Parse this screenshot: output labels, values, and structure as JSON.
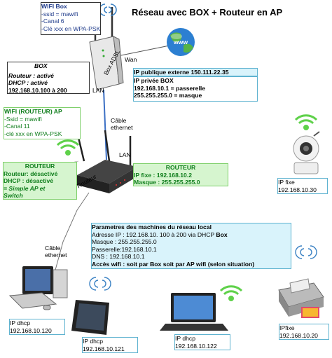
{
  "title": "Réseau avec BOX +  Routeur  en AP",
  "wifi_box": {
    "header": "WIFI Box",
    "lines": [
      "-ssid = mawifi",
      "-Canal 6",
      "-Clé xxx en WPA-PSK"
    ]
  },
  "box_info": {
    "header": "BOX",
    "lines": [
      "Routeur : activé",
      "DHCP : activé",
      "192.168.10.100 à 200"
    ]
  },
  "ip_public": {
    "text": "IP publique externe  150.111.22.35"
  },
  "ip_privee": {
    "header": "IP privée BOX",
    "lines": [
      "192.168.10.1 = passerelle",
      "255.255.255.0     = masque"
    ]
  },
  "wifi_ap": {
    "header": "WIFI (ROUTEUR) AP",
    "lines": [
      "-Ssid = mawifi",
      "-Canal 11",
      "-clé xxx en WPA-PSK"
    ]
  },
  "router_status": {
    "header": "ROUTEUR",
    "lines": [
      "Routeur: désactivé",
      "DHCP : désactivé",
      "= Simple AP et",
      "Switch"
    ]
  },
  "router_ip": {
    "header": "ROUTEUR",
    "lines": [
      "IP fixe : 192.168.10.2",
      "Masque : 255.255.255.0"
    ]
  },
  "params": {
    "header": "Parametres des machines du  réseau local",
    "line1": "Adresse IP : 192.168.10. 100 à 200 via DHCP ",
    "line1_bold": "Box",
    "lines": [
      "Masque : 255.255.255.0",
      "Passerelle:192.168.10.1",
      "DNS : 192.168.10.1"
    ],
    "last": "Accès wifi : soit par Box soit par AP wifi (selon situation)"
  },
  "labels": {
    "wan": "Wan",
    "box_adsl": "Box ADSL",
    "lan_top": "LAN",
    "cable_ethernet_1": [
      "Câble",
      "ethernet"
    ],
    "lan_router": "LAN",
    "routeur": "Routeur",
    "cable_ethernet_2": [
      "Câble",
      "ethernet"
    ],
    "www": "www"
  },
  "devices": {
    "ipcam": [
      "IP fixe",
      "192.168.10.30"
    ],
    "desktop": [
      "IP dhcp",
      "192.168.10.120"
    ],
    "tablet": [
      "IP dhcp",
      "192.168.10.121"
    ],
    "laptop": [
      "IP dhcp",
      "192.168.10.122"
    ],
    "printer": [
      "IPfixe",
      "192.168.10.20"
    ]
  },
  "colors": {
    "cyan_fill": "#d9f3fb",
    "green_fill": "#d6f5cf",
    "green_text": "#0e7d1b",
    "wifi_green": "#5fd14a",
    "wifi_blue": "#3b82c4"
  }
}
